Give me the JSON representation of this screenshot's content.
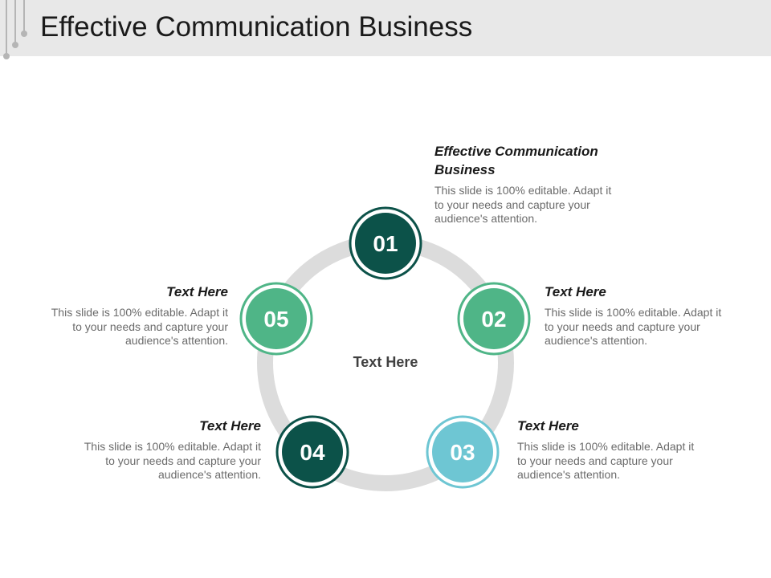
{
  "slide": {
    "title": "Effective Communication Business"
  },
  "diagram": {
    "center_label": "Text Here",
    "steps": [
      {
        "number": "01",
        "color": "#0c5249",
        "heading": "Effective Communication Business",
        "body": "This slide is 100% editable. Adapt it to your needs and capture your audience's attention."
      },
      {
        "number": "02",
        "color": "#4fb587",
        "heading": "Text Here",
        "body": "This slide is 100% editable. Adapt it to your needs and capture your audience's attention."
      },
      {
        "number": "03",
        "color": "#6ec6d3",
        "heading": "Text Here",
        "body": "This slide is 100% editable. Adapt it to your needs and capture your audience's attention."
      },
      {
        "number": "04",
        "color": "#0c5249",
        "heading": "Text Here",
        "body": "This slide is 100% editable. Adapt it to your needs and capture your audience's attention."
      },
      {
        "number": "05",
        "color": "#4fb587",
        "heading": "Text Here",
        "body": "This slide is 100% editable. Adapt it to your needs and capture your audience's attention."
      }
    ],
    "ring_color": "#dcdcdc"
  }
}
